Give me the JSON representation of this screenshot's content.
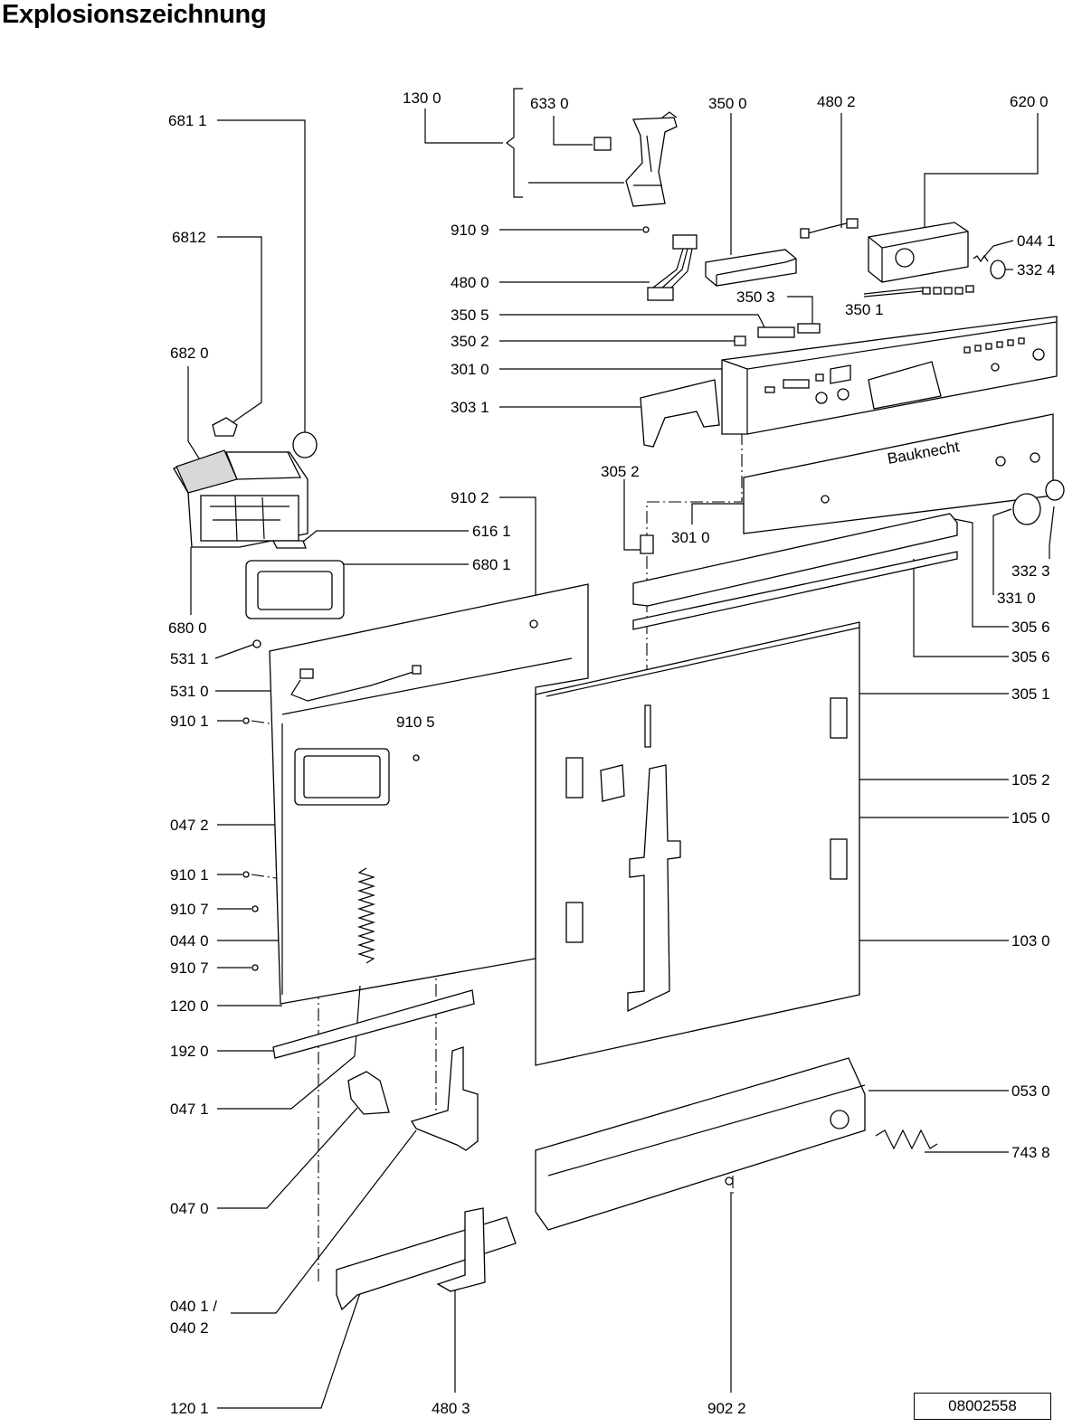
{
  "title": "Explosionszeichnung",
  "document_number": "08002558",
  "brand_label": "Bauknecht",
  "part_labels": [
    {
      "id": "130-0",
      "text": "130 0"
    },
    {
      "id": "633-0",
      "text": "633 0"
    },
    {
      "id": "350-0",
      "text": "350 0"
    },
    {
      "id": "480-2",
      "text": "480 2"
    },
    {
      "id": "620-0",
      "text": "620 0"
    },
    {
      "id": "681-1",
      "text": "681 1"
    },
    {
      "id": "910-9",
      "text": "910 9"
    },
    {
      "id": "044-1",
      "text": "044 1"
    },
    {
      "id": "332-4",
      "text": "332 4"
    },
    {
      "id": "6812",
      "text": "6812"
    },
    {
      "id": "480-0",
      "text": "480 0"
    },
    {
      "id": "350-3",
      "text": "350 3"
    },
    {
      "id": "350-1",
      "text": "350 1"
    },
    {
      "id": "350-5",
      "text": "350 5"
    },
    {
      "id": "350-2",
      "text": "350 2"
    },
    {
      "id": "682-0",
      "text": "682 0"
    },
    {
      "id": "301-0-a",
      "text": "301 0"
    },
    {
      "id": "303-1",
      "text": "303 1"
    },
    {
      "id": "305-2",
      "text": "305 2"
    },
    {
      "id": "910-2",
      "text": "910 2"
    },
    {
      "id": "616-1",
      "text": "616 1"
    },
    {
      "id": "301-0-b",
      "text": "301 0"
    },
    {
      "id": "680-1",
      "text": "680 1"
    },
    {
      "id": "332-3",
      "text": "332 3"
    },
    {
      "id": "331-0",
      "text": "331 0"
    },
    {
      "id": "680-0",
      "text": "680 0"
    },
    {
      "id": "305-6-a",
      "text": "305 6"
    },
    {
      "id": "531-1",
      "text": "531 1"
    },
    {
      "id": "305-6-b",
      "text": "305 6"
    },
    {
      "id": "531-0",
      "text": "531 0"
    },
    {
      "id": "305-1",
      "text": "305 1"
    },
    {
      "id": "910-1-a",
      "text": "910 1"
    },
    {
      "id": "910-5",
      "text": "910 5"
    },
    {
      "id": "105-2",
      "text": "105 2"
    },
    {
      "id": "047-2",
      "text": "047 2"
    },
    {
      "id": "105-0",
      "text": "105 0"
    },
    {
      "id": "910-1-b",
      "text": "910 1"
    },
    {
      "id": "910-7-a",
      "text": "910 7"
    },
    {
      "id": "044-0",
      "text": "044 0"
    },
    {
      "id": "103-0",
      "text": "103 0"
    },
    {
      "id": "910-7-b",
      "text": "910 7"
    },
    {
      "id": "120-0",
      "text": "120 0"
    },
    {
      "id": "192-0",
      "text": "192 0"
    },
    {
      "id": "053-0",
      "text": "053 0"
    },
    {
      "id": "047-1",
      "text": "047 1"
    },
    {
      "id": "743-8",
      "text": "743 8"
    },
    {
      "id": "047-0",
      "text": "047 0"
    },
    {
      "id": "040-1",
      "text": "040 1 /"
    },
    {
      "id": "040-2",
      "text": "040 2"
    },
    {
      "id": "120-1",
      "text": "120 1"
    },
    {
      "id": "480-3",
      "text": "480 3"
    },
    {
      "id": "902-2",
      "text": "902 2"
    }
  ]
}
